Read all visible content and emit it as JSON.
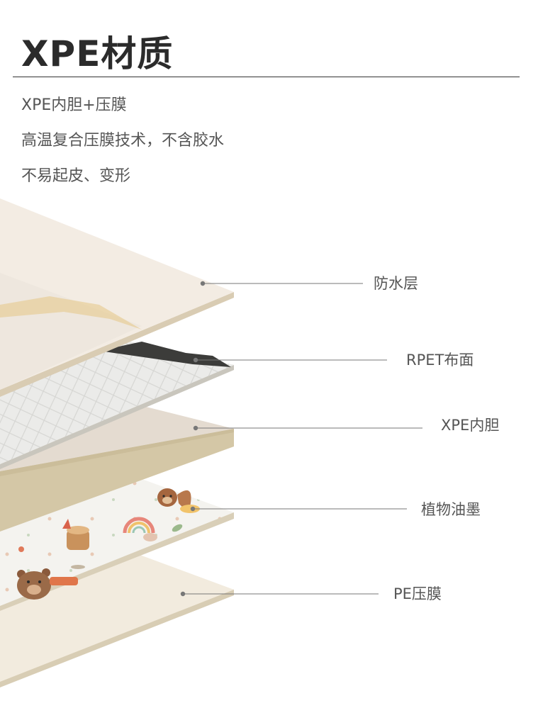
{
  "header": {
    "title": "XPE材质"
  },
  "description": [
    "XPE内胆+压膜",
    "高温复合压膜技术，不含胶水",
    "不易起皮、变形"
  ],
  "layers": [
    {
      "label": "防水层"
    },
    {
      "label": "RPET布面"
    },
    {
      "label": "XPE内胆"
    },
    {
      "label": "植物油墨"
    },
    {
      "label": "PE压膜"
    }
  ],
  "colors": {
    "title": "#2b2b2b",
    "text": "#555555",
    "rule": "#333333",
    "leader_line": "#777777",
    "layer_top_cream": "#f3ece3",
    "layer_edge_cream": "#d9ccb3",
    "layer_top_pattern": "#e9e9e7",
    "layer_top_foam": "#e4dbd0",
    "layer_edge_foam": "#d4c7a6",
    "layer_top_print": "#f2f2ee",
    "layer_top_film": "#f2ebde",
    "layer_edge_film": "#d8cdb4"
  }
}
